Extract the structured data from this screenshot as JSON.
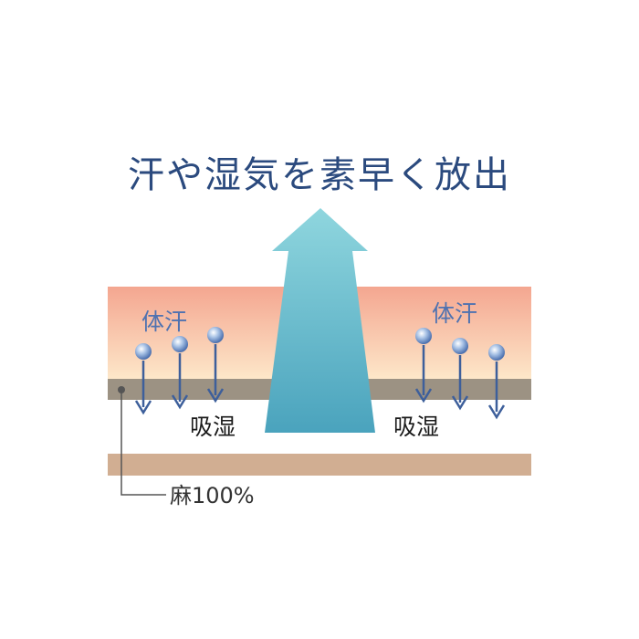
{
  "headline": "汗や湿気を素早く放出",
  "left_panel": {
    "sweat_label": "体汗",
    "absorb_label": "吸湿"
  },
  "right_panel": {
    "sweat_label": "体汗",
    "absorb_label": "吸湿"
  },
  "material_label": "麻100%",
  "colors": {
    "headline_text": "#2b4a7e",
    "sweat_label": "#4f72b0",
    "skin_layer_top": "#f4a690",
    "skin_layer_bottom": "#fde7c9",
    "fabric_layer": "#9c9283",
    "fabric_bottom": "#d1ae92",
    "big_arrow_top": "#7bcad4",
    "big_arrow_bottom": "#4aa3bd",
    "drop_arrow": "#3d5f9b",
    "leader_line": "#555555"
  }
}
